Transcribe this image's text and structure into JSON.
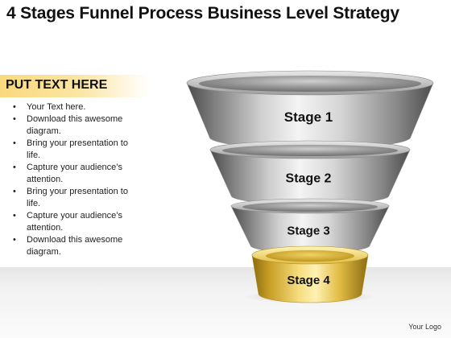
{
  "title": "4 Stages Funnel Process Business Level Strategy",
  "header": "PUT TEXT HERE",
  "bullets": [
    "Your Text here.",
    "Download this awesome diagram.",
    "Bring your presentation to life.",
    "Capture your audience’s attention.",
    "Bring your presentation to life.",
    "Capture your audience’s attention.",
    "Download this awesome diagram."
  ],
  "stages": [
    {
      "label": "Stage 1"
    },
    {
      "label": "Stage 2"
    },
    {
      "label": "Stage 3"
    },
    {
      "label": "Stage 4"
    }
  ],
  "logo": "Your Logo",
  "colors": {
    "gray_ring": "#8f8f8f",
    "gold_ring": "#d9b53c",
    "header_band": "#f9d97c"
  }
}
